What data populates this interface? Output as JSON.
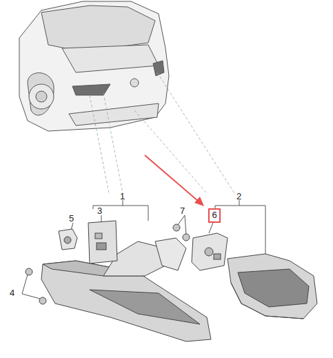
{
  "diagram": {
    "nodes": [
      {
        "text": [
          "6"
        ]
      }
    ],
    "labels": [
      "1",
      "2",
      "7",
      "3",
      "5",
      "4"
    ]
  }
}
